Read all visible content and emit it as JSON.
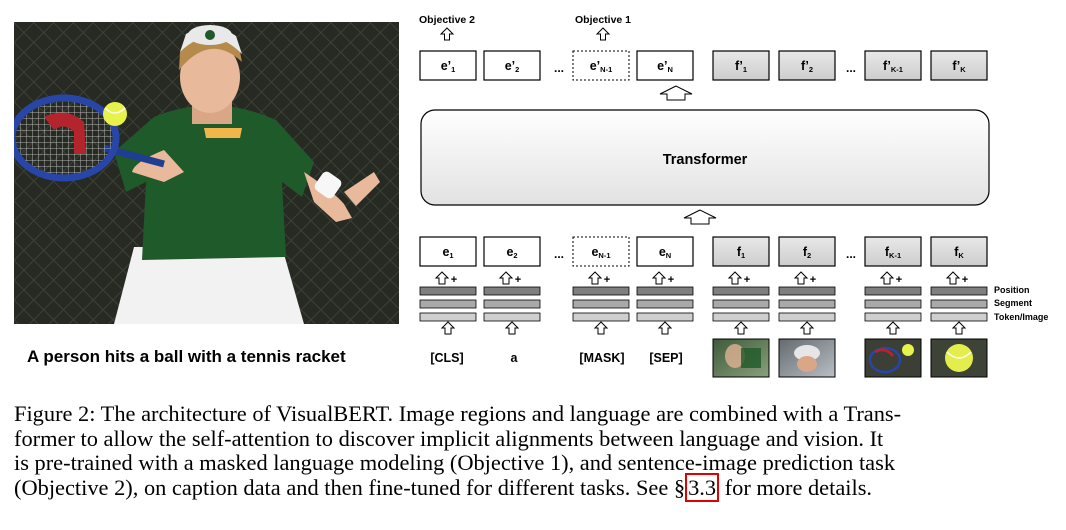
{
  "photo": {
    "caption": "A person hits a ball with a tennis racket"
  },
  "objectives": {
    "left": "Objective 2",
    "mid": "Objective 1"
  },
  "output_text": [
    {
      "base": "e’",
      "sub": "1"
    },
    {
      "base": "e’",
      "sub": "2"
    },
    {
      "base": "e’",
      "sub": "N-1"
    },
    {
      "base": "e’",
      "sub": "N"
    }
  ],
  "output_image": [
    {
      "base": "f’",
      "sub": "1"
    },
    {
      "base": "f’",
      "sub": "2"
    },
    {
      "base": "f’",
      "sub": "K-1"
    },
    {
      "base": "f’",
      "sub": "K"
    }
  ],
  "transformer_label": "Transformer",
  "input_text": [
    {
      "base": "e",
      "sub": "1"
    },
    {
      "base": "e",
      "sub": "2"
    },
    {
      "base": "e",
      "sub": "N-1"
    },
    {
      "base": "e",
      "sub": "N"
    }
  ],
  "input_image": [
    {
      "base": "f",
      "sub": "1"
    },
    {
      "base": "f",
      "sub": "2"
    },
    {
      "base": "f",
      "sub": "K-1"
    },
    {
      "base": "f",
      "sub": "K"
    }
  ],
  "ellipsis": "...",
  "plus": "+",
  "embedding_labels": [
    "Position",
    "Segment",
    "Token/Image"
  ],
  "tokens": [
    "[CLS]",
    "a",
    "[MASK]",
    "[SEP]"
  ],
  "figure_caption": {
    "lines": [
      "Figure 2: The architecture of VisualBERT. Image regions and language are combined with a Trans-",
      "former to allow the self-attention to discover implicit alignments between language and vision. It",
      "is pre-trained with a masked language modeling (Objective 1), and sentence-image prediction task"
    ],
    "last_pre": "(Objective 2), on caption data and then fine-tuned for different tasks. See §",
    "last_ref": "3.3",
    "last_post": " for more details."
  }
}
